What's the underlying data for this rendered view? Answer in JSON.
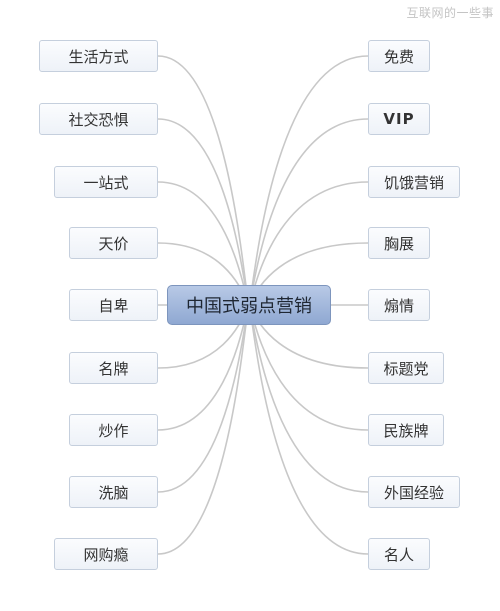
{
  "watermark": "互联网的一些事",
  "center": {
    "label": "中国式弱点营销"
  },
  "left_nodes": [
    {
      "label": "生活方式"
    },
    {
      "label": "社交恐惧"
    },
    {
      "label": "一站式"
    },
    {
      "label": "天价"
    },
    {
      "label": "自卑"
    },
    {
      "label": "名牌"
    },
    {
      "label": "炒作"
    },
    {
      "label": "洗脑"
    },
    {
      "label": "网购瘾"
    }
  ],
  "right_nodes": [
    {
      "label": "免费"
    },
    {
      "label": "VIP"
    },
    {
      "label": "饥饿营销"
    },
    {
      "label": "胸展"
    },
    {
      "label": "煽情"
    },
    {
      "label": "标题党"
    },
    {
      "label": "民族牌"
    },
    {
      "label": "外国经验"
    },
    {
      "label": "名人"
    }
  ]
}
